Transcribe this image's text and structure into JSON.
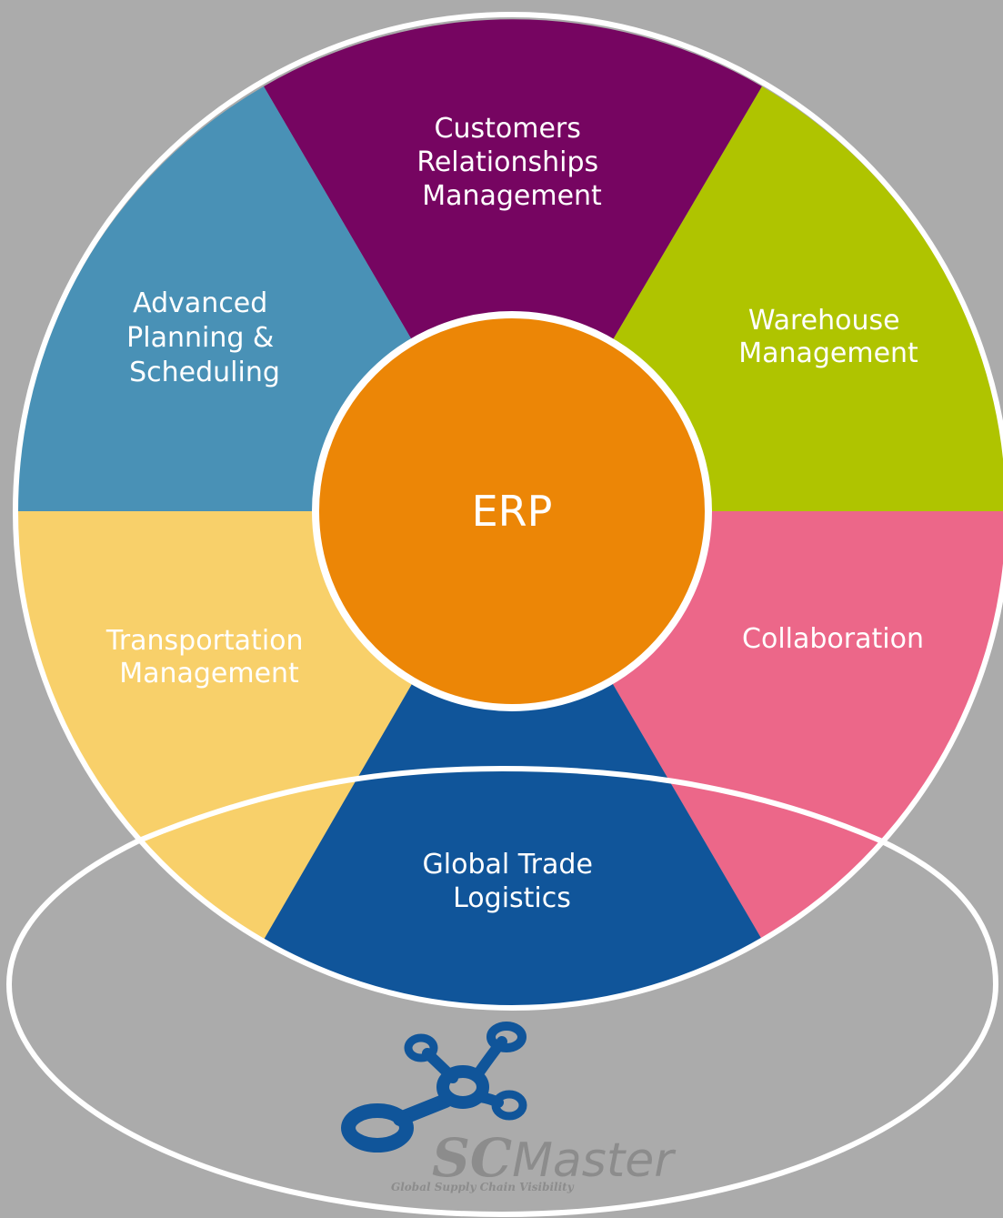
{
  "diagram": {
    "center": {
      "label": "ERP",
      "color": "#ec8606"
    },
    "segments": [
      {
        "id": "crm",
        "lines": [
          "Customers",
          "Relationships",
          "Management"
        ],
        "color": "#760561"
      },
      {
        "id": "warehouse",
        "lines": [
          "Warehouse",
          "Management"
        ],
        "color": "#afc400"
      },
      {
        "id": "collaboration",
        "lines": [
          "Collaboration"
        ],
        "color": "#ec6789"
      },
      {
        "id": "global-trade",
        "lines": [
          "Global Trade",
          "Logistics"
        ],
        "color": "#10559a"
      },
      {
        "id": "transportation",
        "lines": [
          "Transportation",
          "Management"
        ],
        "color": "#f8d06a"
      },
      {
        "id": "advanced-planning",
        "lines": [
          "Advanced",
          "Planning &",
          "Scheduling"
        ],
        "color": "#4991b6"
      }
    ],
    "outline_color": "#ffffff",
    "background_color": "#ababab"
  },
  "logo": {
    "brand_bold": "SC",
    "brand_light": "Master",
    "tagline": "Global Supply Chain Visibility",
    "icon_name": "scmaster-network-icon",
    "icon_color": "#10559a",
    "text_color": "#8c8c8c"
  }
}
